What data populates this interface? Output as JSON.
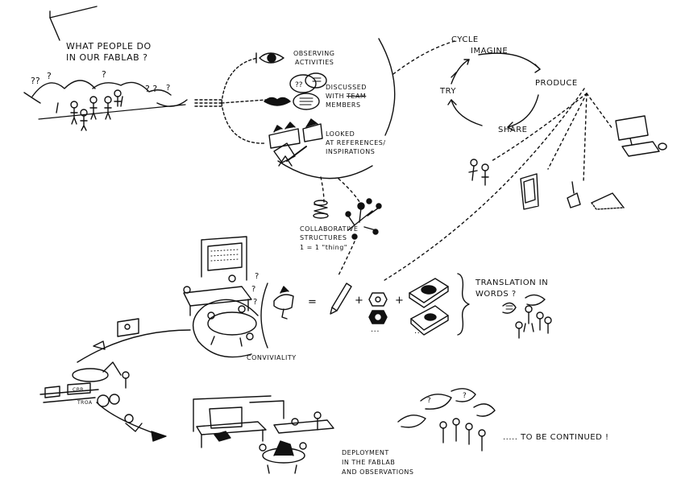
{
  "question": {
    "line1": "What people do",
    "line2": "in our fablab ?"
  },
  "activities": {
    "observing": {
      "line1": "Observing",
      "line2": "activities"
    },
    "discussed": {
      "line1": "Discussed",
      "line2": "with",
      "struck": "team",
      "line3": "members"
    },
    "looked": {
      "line1": "Looked",
      "line2": "at references/",
      "line3": "inspirations"
    }
  },
  "cycle": {
    "title": "Cycle",
    "steps": [
      "Imagine",
      "Produce",
      "Share",
      "Try"
    ]
  },
  "collaborative": {
    "line1": "Collaborative",
    "line2": "structures",
    "line3": "1 = 1 \"thing\""
  },
  "translation": {
    "line1": "Translation in",
    "line2": "words ?"
  },
  "equation": {
    "equals": "=",
    "plus": "+",
    "dots": "..."
  },
  "conviviality": "Conviviality",
  "deployment": {
    "line1": "Deployment",
    "line2": "in the fablab",
    "line3": "and observations"
  },
  "continued": "..... to be continued !",
  "tiny_labels": {
    "cbb": "CBB",
    "troa": "TROA"
  },
  "colors": {
    "ink": "#111111",
    "paper": "#ffffff"
  }
}
